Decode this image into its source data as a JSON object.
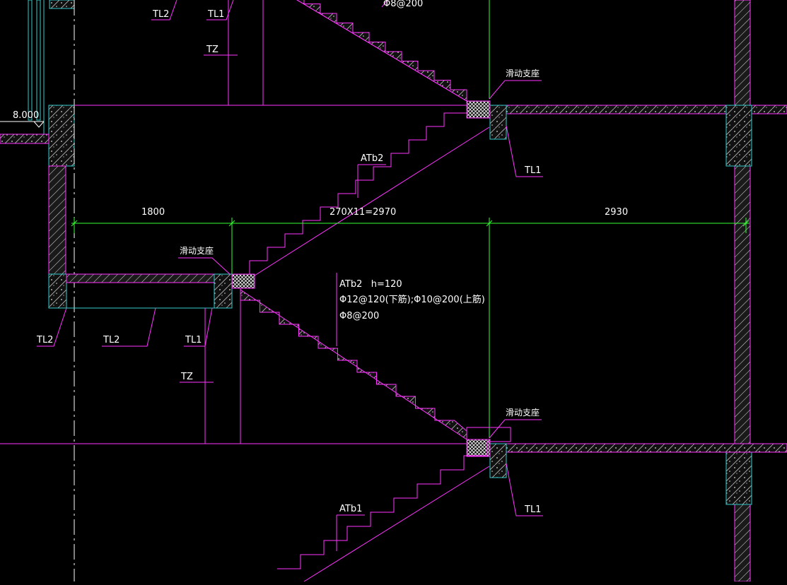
{
  "colors": {
    "background": "#000000",
    "magenta": "#ff33ff",
    "green": "#33ff33",
    "cyan": "#33cccc",
    "white": "#ffffff",
    "section_fill": "#222222"
  },
  "labels": {
    "tl2_top": "TL2",
    "tl1_top": "TL1",
    "tz_top": "TZ",
    "rebar_top": "Φ8@200",
    "sliding_support_top": "滑动支座",
    "tl1_right_upper": "TL1",
    "elevation": "8.000",
    "atb2_upper": "ATb2",
    "sliding_support_mid": "滑动支座",
    "tl2_left": "TL2",
    "tl2_bottom": "TL2",
    "tl1_mid": "TL1",
    "tz_mid": "TZ",
    "atb2_spec_title": "ATb2   h=120",
    "atb2_spec_rebar_main": "Φ12@120(下筋);Φ10@200(上筋)",
    "atb2_spec_rebar_dist": "Φ8@200",
    "sliding_support_bottom": "滑动支座",
    "tl1_right_lower": "TL1",
    "atb1": "ATb1"
  },
  "dimensions": {
    "left_span": "1800",
    "stair_span": "270X11=2970",
    "right_span": "2930"
  }
}
